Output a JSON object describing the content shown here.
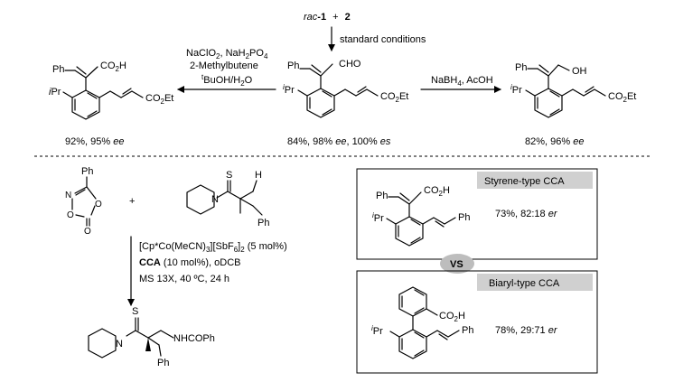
{
  "top_reaction": {
    "reactants": {
      "rac": "rac",
      "one": "-1",
      "plus": "+",
      "two": "2"
    },
    "arrow_label": "standard conditions",
    "center_product": {
      "cho": "CHO",
      "ph": "Ph",
      "ipr": "Pr",
      "co2et": "CO",
      "co2et_tail": "Et",
      "yield": "84%, 98% ",
      "ee": "ee",
      "mid": ", 100% ",
      "es": "es"
    },
    "left_conditions": {
      "line1_a": "NaClO",
      "line1_b": ", NaH",
      "line1_c": "PO",
      "line2": "2-Methylbutene",
      "line3_a": "BuOH/H",
      "line3_b": "O",
      "t": "t"
    },
    "left_product": {
      "ph": "Ph",
      "co2h": "CO",
      "co2h_tail": "H",
      "ipr": "Pr",
      "co2et": "CO",
      "co2et_tail": "Et",
      "yield": "92%, 95% ",
      "ee": "ee"
    },
    "right_conditions": {
      "line1": "NaBH",
      "line1_tail": ", AcOH"
    },
    "right_product": {
      "ph": "Ph",
      "oh": "OH",
      "ipr": "Pr",
      "co2et": "CO",
      "co2et_tail": "Et",
      "yield": "82%, 96% ",
      "ee": "ee"
    },
    "subscript_2": "2",
    "subscript_4": "4",
    "i": "i"
  },
  "bottom_reaction": {
    "dioxazolone": {
      "ph": "Ph",
      "n": "N",
      "o1": "O",
      "o2": "O",
      "o3": "O"
    },
    "plus": "+",
    "thioamide": {
      "s": "S",
      "h": "H",
      "n": "N",
      "ph": "Ph"
    },
    "conditions": {
      "cat_a": "[Cp*Co(MeCN)",
      "cat_b": "][SbF",
      "cat_c": "]",
      "cat_d": " (5 mol%)",
      "cca": "CCA",
      "cca_rest": " (10 mol%), oDCB",
      "line3": "MS 13X, 40 ºC, 24 h",
      "sub3": "3",
      "sub6": "6",
      "sub2": "2"
    },
    "product": {
      "s": "S",
      "n": "N",
      "nhcoph": "NHCOPh",
      "ph": "Ph"
    }
  },
  "panels": {
    "styrene": {
      "tab": "Styrene-type CCA",
      "ph": "Ph",
      "co2h": "CO",
      "co2h_tail": "H",
      "ipr": "Pr",
      "ph2": "Ph",
      "yield": "73%, 82:18 ",
      "er": "er"
    },
    "vs": "VS",
    "biaryl": {
      "tab": "Biaryl-type CCA",
      "co2h": "CO",
      "co2h_tail": "H",
      "ipr": "Pr",
      "ph": "Ph",
      "yield": "78%, 29:71 ",
      "er": "er"
    }
  }
}
